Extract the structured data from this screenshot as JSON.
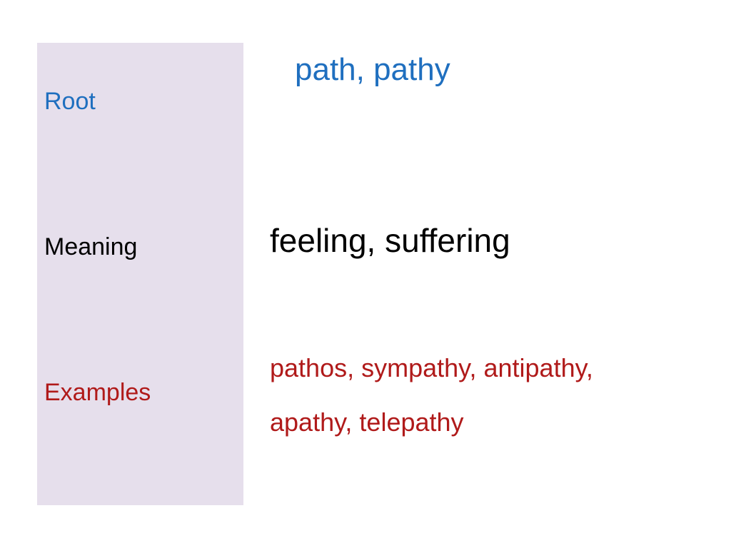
{
  "slide": {
    "labels": {
      "root": "Root",
      "meaning": "Meaning",
      "examples": "Examples"
    },
    "values": {
      "root": "path, pathy",
      "meaning": "feeling, suffering",
      "examples_line1": "pathos, sympathy, antipathy,",
      "examples_line2": "apathy, telepathy"
    }
  },
  "colors": {
    "panel_background": "#e6dfec",
    "root_blue": "#1f6fbf",
    "examples_red": "#b01a1a",
    "meaning_black": "#000000"
  }
}
